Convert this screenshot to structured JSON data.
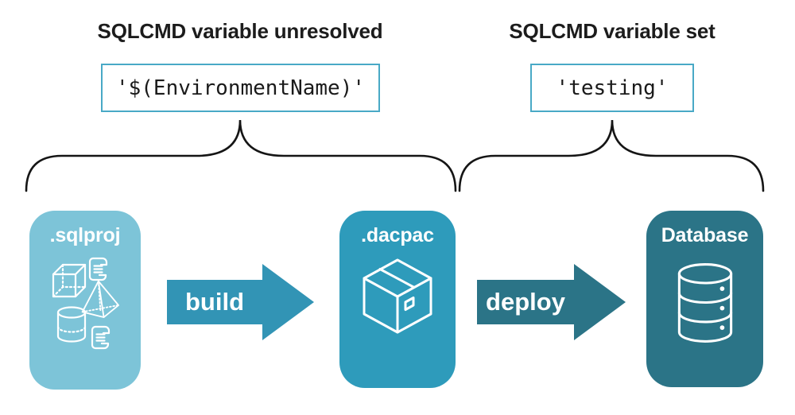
{
  "diagram": {
    "left_group": {
      "title": "SQLCMD variable unresolved",
      "code": "'$(EnvironmentName)'"
    },
    "right_group": {
      "title": "SQLCMD variable set",
      "code": "'testing'"
    },
    "nodes": [
      {
        "label": ".sqlproj",
        "icon": "sql-objects-icon",
        "color": "#7DC4D8"
      },
      {
        "label": ".dacpac",
        "icon": "package-box-icon",
        "color": "#2E9BBB"
      },
      {
        "label": "Database",
        "icon": "database-cylinder-icon",
        "color": "#2B7487"
      }
    ],
    "arrows": [
      {
        "label": "build",
        "color": "#3294B5"
      },
      {
        "label": "deploy",
        "color": "#2B7487"
      }
    ],
    "colors": {
      "codebox_border": "#49A9C6",
      "brace": "#151515",
      "title_text": "#1C1C1C",
      "code_text": "#1A1A1A",
      "node_text": "#FFFFFF",
      "background": "#FFFFFF"
    }
  }
}
